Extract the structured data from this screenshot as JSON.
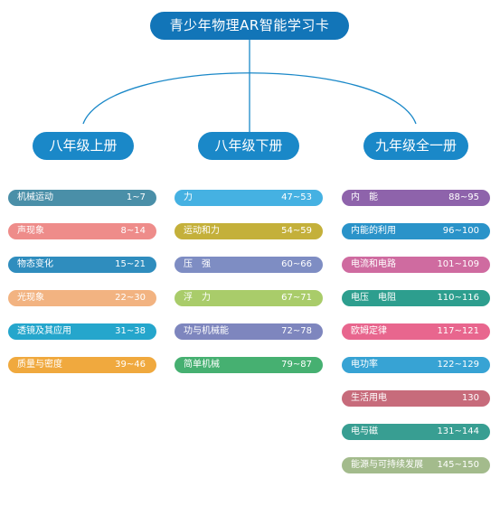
{
  "title": "青少年物理AR智能学习卡",
  "columns": [
    {
      "heading": "八年级上册",
      "items": [
        {
          "label": "机械运动",
          "pages": "1~7",
          "color": "#4a8fa8"
        },
        {
          "label": "声现象",
          "pages": "8~14",
          "color": "#ee8c8a"
        },
        {
          "label": "物态变化",
          "pages": "15~21",
          "color": "#2f8dbe"
        },
        {
          "label": "光现象",
          "pages": "22~30",
          "color": "#f2b381"
        },
        {
          "label": "透镜及其应用",
          "pages": "31~38",
          "color": "#25a6cc"
        },
        {
          "label": "质量与密度",
          "pages": "39~46",
          "color": "#f0a93e"
        }
      ]
    },
    {
      "heading": "八年级下册",
      "items": [
        {
          "label": "力",
          "pages": "47~53",
          "color": "#45b1e2"
        },
        {
          "label": "运动和力",
          "pages": "54~59",
          "color": "#c4b03a"
        },
        {
          "label": "压　强",
          "pages": "60~66",
          "color": "#7e8dc3"
        },
        {
          "label": "浮　力",
          "pages": "67~71",
          "color": "#a9cc6a"
        },
        {
          "label": "功与机械能",
          "pages": "72~78",
          "color": "#7e86be"
        },
        {
          "label": "简单机械",
          "pages": "79~87",
          "color": "#46b071"
        }
      ]
    },
    {
      "heading": "九年级全一册",
      "items": [
        {
          "label": "内　能",
          "pages": "88~95",
          "color": "#8e63ab"
        },
        {
          "label": "内能的利用",
          "pages": "96~100",
          "color": "#2a93c9"
        },
        {
          "label": "电流和电路",
          "pages": "101~109",
          "color": "#cf6ba0"
        },
        {
          "label": "电压　电阻",
          "pages": "110~116",
          "color": "#2d9e8e"
        },
        {
          "label": "欧姆定律",
          "pages": "117~121",
          "color": "#e8668e"
        },
        {
          "label": "电功率",
          "pages": "122~129",
          "color": "#37a3d4"
        },
        {
          "label": "生活用电",
          "pages": "130",
          "color": "#c76b7b"
        },
        {
          "label": "电与磁",
          "pages": "131~144",
          "color": "#389e92"
        },
        {
          "label": "能源与可持续发展",
          "pages": "145~150",
          "color": "#a3bb8c"
        }
      ]
    }
  ]
}
